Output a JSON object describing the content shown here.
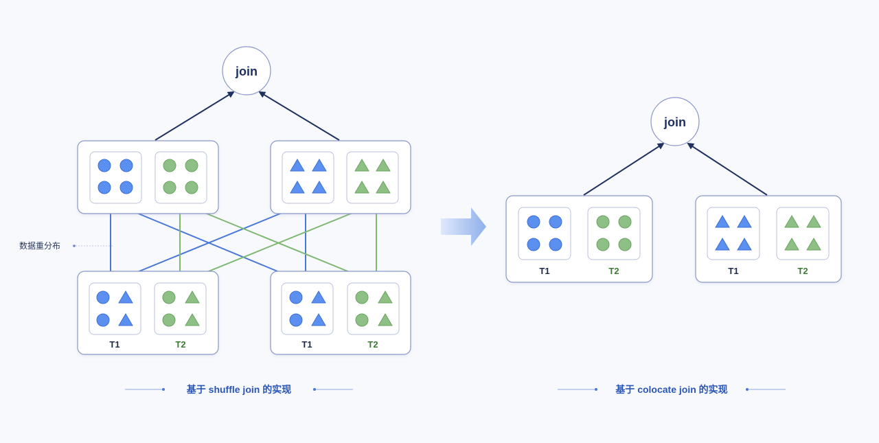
{
  "left": {
    "join_label": "join",
    "redistribute_label": "数据重分布",
    "top_group_labels": [],
    "bottom_group_labels": [
      "T1",
      "T2"
    ],
    "caption": "基于 shuffle join 的实现"
  },
  "right": {
    "join_label": "join",
    "group_labels": [
      "T1",
      "T2"
    ],
    "caption": "基于 colocate join 的实现"
  },
  "colors": {
    "background": "#f7f9fc",
    "blue_fill": "#5b8ff0",
    "blue_stroke": "#3b6fd4",
    "blue_arrow": "#4a78d8",
    "green_fill": "#8ebf84",
    "green_stroke": "#6aa361",
    "green_arrow": "#7fb874",
    "navy": "#1e3160",
    "frame": "#8a97c9",
    "inner_frame": "#b8c2dc",
    "t1_text": "#1e2a4a",
    "t2_text": "#3d7a34",
    "caption_text": "#2a56b8"
  }
}
